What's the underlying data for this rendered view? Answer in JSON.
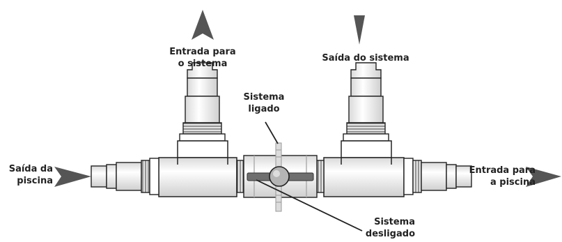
{
  "labels": {
    "inlet_system": [
      "Entrada para",
      "o sistema"
    ],
    "outlet_system": "Saída do sistema",
    "valve_on": [
      "Sistema",
      "ligado"
    ],
    "valve_off": [
      "Sistema",
      "desligado"
    ],
    "outlet_pool": [
      "Saída da",
      "piscina"
    ],
    "inlet_pool": [
      "Entrada para",
      "a piscina"
    ]
  },
  "colors": {
    "outline": "#222222",
    "arrow": "#555555",
    "fitting_fill": "#ffffff",
    "rib_fill": "#d2d2d2",
    "handle": "#6f6f6f",
    "knob": "#b5b5b5"
  }
}
